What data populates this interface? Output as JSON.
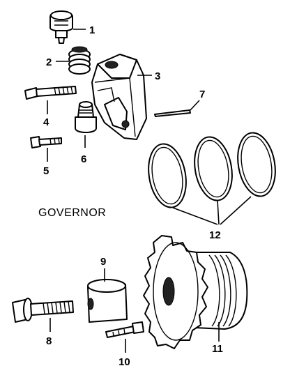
{
  "diagram": {
    "title": "GOVERNOR",
    "callouts": [
      "1",
      "2",
      "3",
      "4",
      "5",
      "6",
      "7",
      "8",
      "9",
      "10",
      "11",
      "12"
    ]
  }
}
